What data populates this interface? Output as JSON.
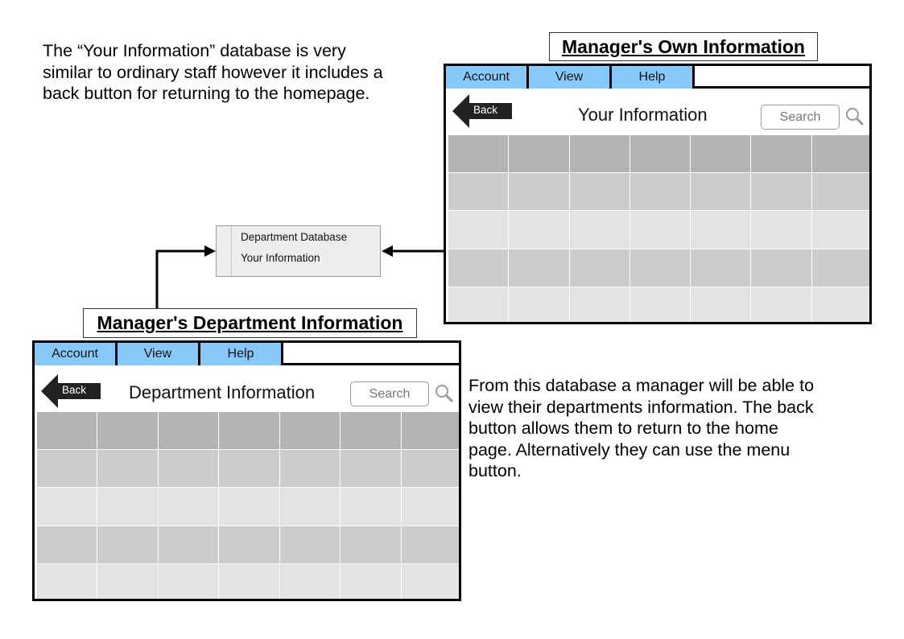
{
  "notes": {
    "top_left": [
      "The “Your Information” database is very",
      "similar to ordinary staff however it includes a",
      "back button for returning to the homepage."
    ],
    "bottom_right": [
      "From this database a manager will be able to",
      "view their departments information. The back",
      "button allows them to return to the home",
      "page. Alternatively they can use the menu",
      "button."
    ]
  },
  "own_info": {
    "heading": "Manager's Own Information",
    "menu": [
      "Account",
      "View",
      "Help"
    ],
    "back_label": "Back",
    "window_title": "Your Information",
    "search_placeholder": "Search"
  },
  "department_info": {
    "heading": "Manager's Department Information",
    "menu": [
      "Account",
      "View",
      "Help"
    ],
    "back_label": "Back",
    "window_title": "Department Information",
    "search_placeholder": "Search"
  },
  "dropdown": {
    "items": [
      "Department Database",
      "Your Information"
    ]
  },
  "colors": {
    "menu_button": "#87c9fb",
    "row_dark": "#b3b3b3",
    "row_mid": "#cccccc",
    "row_light": "#e3e3e3",
    "back_button": "#222222"
  },
  "icons": {
    "search": "magnifier-icon",
    "back": "left-arrow-icon"
  }
}
